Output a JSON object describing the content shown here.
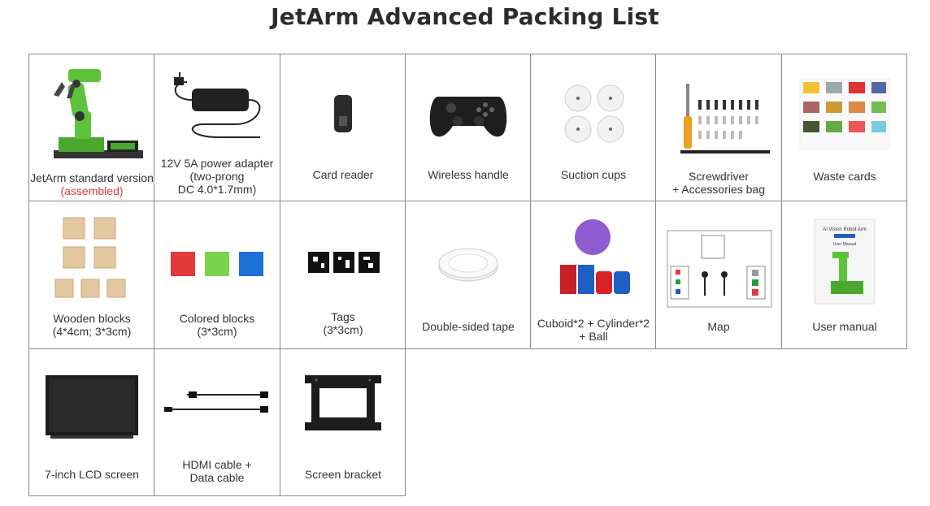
{
  "title": "JetArm Advanced Packing List",
  "items": [
    {
      "name": "JetArm standard version",
      "note": "(assembled)"
    },
    {
      "line1": "12V 5A power adapter",
      "line2": "(two-prong",
      "line3": "DC 4.0*1.7mm)"
    },
    {
      "name": "Card reader"
    },
    {
      "name": "Wireless handle"
    },
    {
      "name": "Suction cups"
    },
    {
      "line1": "Screwdriver",
      "line2": "+ Accessories bag"
    },
    {
      "name": "Waste cards"
    },
    {
      "line1": "Wooden blocks",
      "line2": "(4*4cm; 3*3cm)"
    },
    {
      "line1": "Colored blocks",
      "line2": "(3*3cm)"
    },
    {
      "line1": "Tags",
      "line2": "(3*3cm)"
    },
    {
      "name": "Double-sided tape"
    },
    {
      "line1": "Cuboid*2 + Cylinder*2",
      "line2": "+ Ball"
    },
    {
      "name": "Map"
    },
    {
      "name": "User manual",
      "manual_title": "AI Vision Robot Arm",
      "manual_sub": "User Manual"
    },
    {
      "name": "7-inch LCD screen"
    },
    {
      "line1": "HDMI cable +",
      "line2": "Data cable"
    },
    {
      "name": "Screen bracket"
    }
  ],
  "colors": {
    "arm_green": "#5ec23a",
    "red": "#e03a3a",
    "blue": "#1f5fc4",
    "purple": "#8e5bd1"
  }
}
